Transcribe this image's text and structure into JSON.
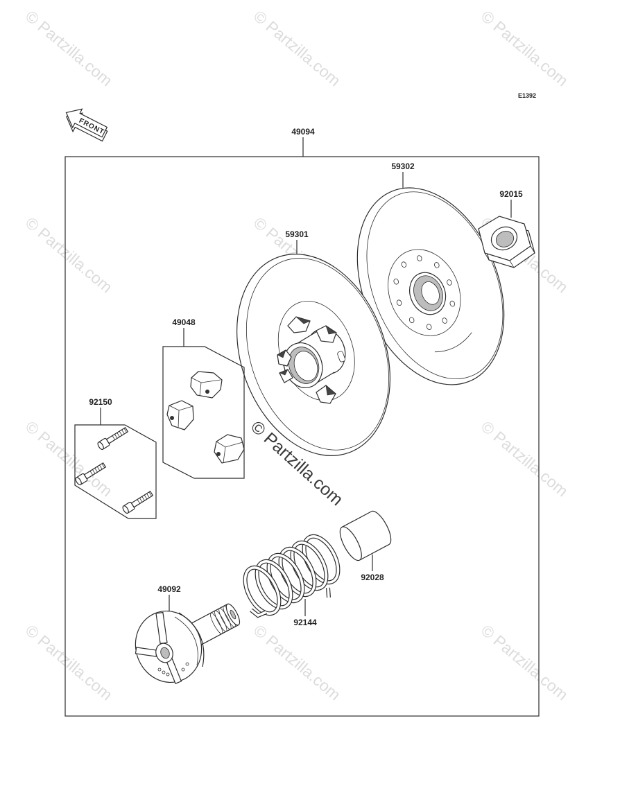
{
  "diagram": {
    "ref_code": "E1392",
    "front_label": "FRONT",
    "watermark": "© Partzilla.com",
    "callouts": [
      "49094",
      "59302",
      "92015",
      "59301",
      "49048",
      "92150",
      "92028",
      "49092",
      "92144"
    ]
  }
}
